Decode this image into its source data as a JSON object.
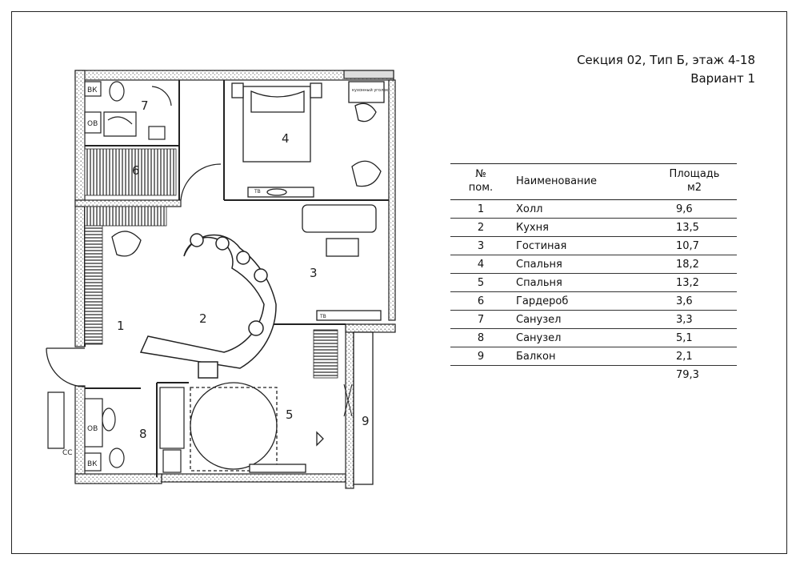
{
  "header": {
    "line1": "Секция 02, Тип Б,  этаж 4-18",
    "line2": "Вариант 1"
  },
  "plan": {
    "rooms": [
      "1",
      "2",
      "3",
      "4",
      "5",
      "6",
      "7",
      "8",
      "9"
    ],
    "fixtures": {
      "vk": "ВК",
      "ov": "ОВ",
      "cc": "СС",
      "ov2": "ОВ",
      "vk2": "ВК",
      "tv": "ТВ",
      "tv2": "ТВ",
      "corner_note": "кухонный уголок"
    }
  },
  "table": {
    "headers": {
      "num": "№\nпом.",
      "name": "Наименование",
      "area": "Площадь\nм2"
    },
    "rows": [
      {
        "num": "1",
        "name": "Холл",
        "area": "9,6"
      },
      {
        "num": "2",
        "name": "Кухня",
        "area": "13,5"
      },
      {
        "num": "3",
        "name": "Гостиная",
        "area": "10,7"
      },
      {
        "num": "4",
        "name": "Спальня",
        "area": "18,2"
      },
      {
        "num": "5",
        "name": "Спальня",
        "area": "13,2"
      },
      {
        "num": "6",
        "name": "Гардероб",
        "area": "3,6"
      },
      {
        "num": "7",
        "name": "Санузел",
        "area": "3,3"
      },
      {
        "num": "8",
        "name": "Санузел",
        "area": "5,1"
      },
      {
        "num": "9",
        "name": "Балкон",
        "area": "2,1"
      }
    ],
    "total": "79,3"
  }
}
